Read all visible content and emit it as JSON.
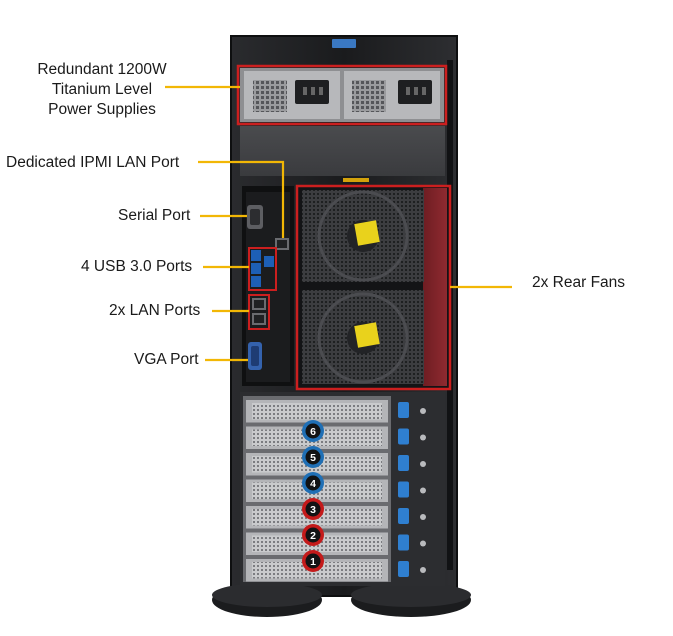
{
  "callouts": {
    "psu": [
      "Redundant  1200W",
      "Titanium  Level",
      "Power Supplies"
    ],
    "ipmi": "Dedicated IPMI  LAN Port",
    "serial": "Serial Port",
    "usb": "4 USB 3.0 Ports",
    "lan": "2x LAN Ports",
    "vga": "VGA Port",
    "fans": "2x Rear Fans"
  },
  "expansion_slots": [
    {
      "number": "6",
      "ring": "blue"
    },
    {
      "number": "5",
      "ring": "blue"
    },
    {
      "number": "4",
      "ring": "blue"
    },
    {
      "number": "3",
      "ring": "red"
    },
    {
      "number": "2",
      "ring": "red"
    },
    {
      "number": "1",
      "ring": "red"
    }
  ],
  "colors": {
    "callout_line": "#f2b705",
    "highlight": "#cc1f1f",
    "chassis": "#1d1e20",
    "ring_blue": "#1f6fb5",
    "ring_red": "#c41a1a",
    "latch_blue": "#2f7fd0"
  }
}
